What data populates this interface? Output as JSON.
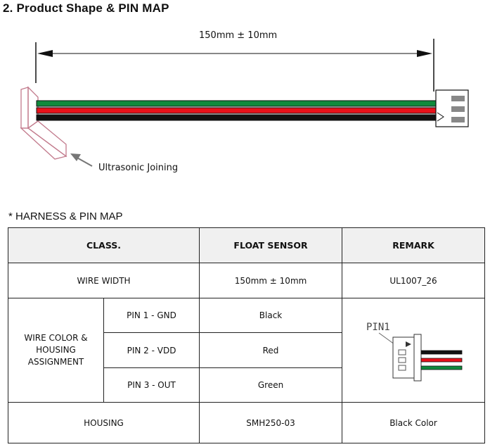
{
  "page": {
    "title": "2. Product Shape & PIN MAP"
  },
  "diagram": {
    "length_label": "150mm ± 10mm",
    "joining_label": "Ultrasonic Joining",
    "colors": {
      "green": "#0f8a3c",
      "red": "#e8111a",
      "black": "#111111",
      "joint": "#c27a8c"
    }
  },
  "harness": {
    "heading": "* HARNESS & PIN MAP",
    "columns": [
      "CLASS.",
      "FLOAT SENSOR",
      "REMARK"
    ],
    "wire_width": {
      "label": "WIRE WIDTH",
      "value": "150mm ± 10mm",
      "remark": "UL1007_26"
    },
    "assignment": {
      "label": "WIRE COLOR & HOUSING ASSIGNMENT",
      "pins": [
        {
          "pin": "PIN 1 - GND",
          "color": "Black"
        },
        {
          "pin": "PIN 2 - VDD",
          "color": "Red"
        },
        {
          "pin": "PIN 3 - OUT",
          "color": "Green"
        }
      ],
      "remark_image_label": "PIN1"
    },
    "housing": {
      "label": "HOUSING",
      "value": "SMH250-03",
      "remark": "Black Color"
    }
  }
}
